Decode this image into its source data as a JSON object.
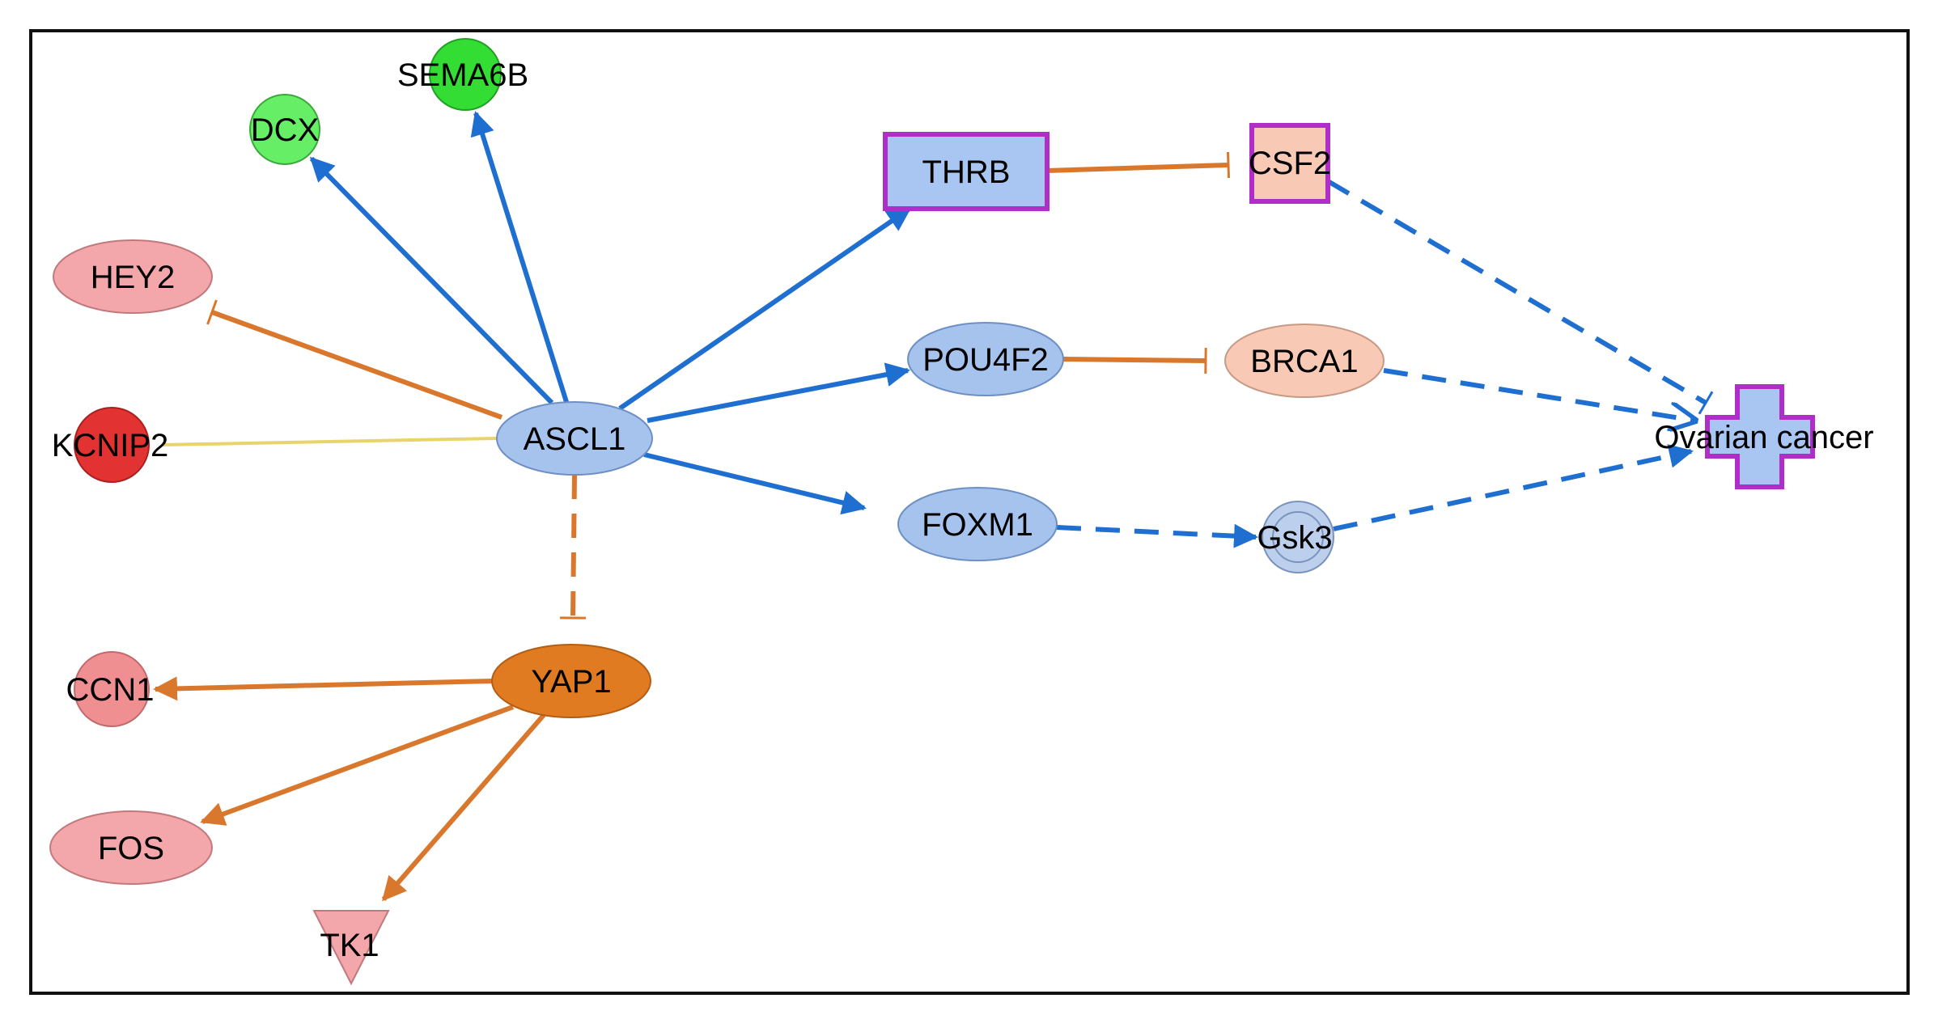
{
  "colors": {
    "activation": "#1f6fd1",
    "inhibition_orange": "#d9782d",
    "yellow_link": "#e8d46a",
    "frame": "#111111",
    "green_node": "#44dd44",
    "blue_node": "#a9c4ec",
    "red_node": "#e23a3a",
    "pink_node": "#f2a5a8",
    "orange_node": "#e07b22",
    "peach_node": "#f7c8b0",
    "magenta_border": "#b02dc8"
  },
  "nodes": [
    {
      "id": "DCX",
      "label": "DCX",
      "shape": "circle",
      "fill": "#66ee66",
      "stroke": "#3aa83a"
    },
    {
      "id": "SEMA6B",
      "label": "SEMA6B",
      "shape": "circle",
      "fill": "#33dd33",
      "stroke": "#22a022"
    },
    {
      "id": "HEY2",
      "label": "HEY2",
      "shape": "ellipse",
      "fill": "#f4a7aa",
      "stroke": "#c07a7d"
    },
    {
      "id": "KCNIP2",
      "label": "KCNIP2",
      "shape": "circle",
      "fill": "#e23232",
      "stroke": "#a82020"
    },
    {
      "id": "ASCL1",
      "label": "ASCL1",
      "shape": "ellipse",
      "fill": "#a6c3ee",
      "stroke": "#6e8fc4"
    },
    {
      "id": "THRB",
      "label": "THRB",
      "shape": "rect",
      "fill": "#a9c6f2",
      "stroke": "#b02dc8"
    },
    {
      "id": "CSF2",
      "label": "CSF2",
      "shape": "rect",
      "fill": "#f8c9b4",
      "stroke": "#b02dc8"
    },
    {
      "id": "POU4F2",
      "label": "POU4F2",
      "shape": "ellipse",
      "fill": "#a6c3ee",
      "stroke": "#6e8fc4"
    },
    {
      "id": "BRCA1",
      "label": "BRCA1",
      "shape": "ellipse",
      "fill": "#f8c9b4",
      "stroke": "#c69a86"
    },
    {
      "id": "FOXM1",
      "label": "FOXM1",
      "shape": "ellipse",
      "fill": "#a6c3ee",
      "stroke": "#6e8fc4"
    },
    {
      "id": "Gsk3",
      "label": "Gsk3",
      "shape": "double-circle",
      "fill": "#bcd0ee",
      "stroke": "#7a93bd"
    },
    {
      "id": "Ovarian",
      "label": "Ovarian cancer",
      "shape": "cross",
      "fill": "#a9c6f2",
      "stroke": "#b02dc8"
    },
    {
      "id": "YAP1",
      "label": "YAP1",
      "shape": "ellipse",
      "fill": "#e07b22",
      "stroke": "#b35e14"
    },
    {
      "id": "CCN1",
      "label": "CCN1",
      "shape": "circle",
      "fill": "#ef8f92",
      "stroke": "#c06a6d"
    },
    {
      "id": "FOS",
      "label": "FOS",
      "shape": "ellipse",
      "fill": "#f4a7aa",
      "stroke": "#c07a7d"
    },
    {
      "id": "TK1",
      "label": "TK1",
      "shape": "triangle",
      "fill": "#f4a7aa",
      "stroke": "#c07a7d"
    }
  ],
  "edges": [
    {
      "from": "ASCL1",
      "to": "DCX",
      "type": "activation",
      "style": "solid",
      "color": "#1f6fd1"
    },
    {
      "from": "ASCL1",
      "to": "SEMA6B",
      "type": "activation",
      "style": "solid",
      "color": "#1f6fd1"
    },
    {
      "from": "ASCL1",
      "to": "HEY2",
      "type": "inhibition",
      "style": "solid",
      "color": "#d9782d"
    },
    {
      "from": "ASCL1",
      "to": "KCNIP2",
      "type": "link",
      "style": "solid",
      "color": "#e8d46a"
    },
    {
      "from": "ASCL1",
      "to": "THRB",
      "type": "activation",
      "style": "solid",
      "color": "#1f6fd1"
    },
    {
      "from": "ASCL1",
      "to": "POU4F2",
      "type": "activation",
      "style": "solid",
      "color": "#1f6fd1"
    },
    {
      "from": "ASCL1",
      "to": "FOXM1",
      "type": "activation",
      "style": "solid",
      "color": "#1f6fd1"
    },
    {
      "from": "ASCL1",
      "to": "YAP1",
      "type": "inhibition",
      "style": "dashed",
      "color": "#d9782d"
    },
    {
      "from": "THRB",
      "to": "CSF2",
      "type": "inhibition",
      "style": "solid",
      "color": "#d9782d"
    },
    {
      "from": "POU4F2",
      "to": "BRCA1",
      "type": "inhibition",
      "style": "solid",
      "color": "#d9782d"
    },
    {
      "from": "FOXM1",
      "to": "Gsk3",
      "type": "activation",
      "style": "dashed",
      "color": "#1f6fd1"
    },
    {
      "from": "CSF2",
      "to": "Ovarian",
      "type": "inhibition",
      "style": "dashed",
      "color": "#1f6fd1"
    },
    {
      "from": "BRCA1",
      "to": "Ovarian",
      "type": "activation-open",
      "style": "dashed",
      "color": "#1f6fd1"
    },
    {
      "from": "Gsk3",
      "to": "Ovarian",
      "type": "activation",
      "style": "dashed",
      "color": "#1f6fd1"
    },
    {
      "from": "YAP1",
      "to": "CCN1",
      "type": "activation",
      "style": "solid",
      "color": "#d9782d"
    },
    {
      "from": "YAP1",
      "to": "FOS",
      "type": "activation",
      "style": "solid",
      "color": "#d9782d"
    },
    {
      "from": "YAP1",
      "to": "TK1",
      "type": "activation",
      "style": "solid",
      "color": "#d9782d"
    }
  ]
}
